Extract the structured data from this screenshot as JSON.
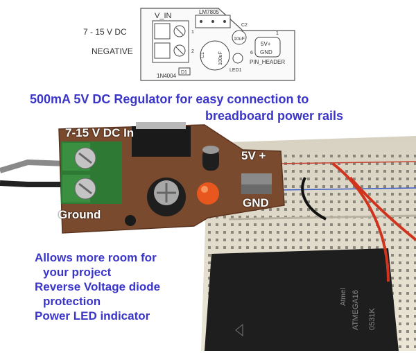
{
  "schematic": {
    "v_in_label": "V_IN",
    "regulator_label": "LM7805",
    "input_label": "7 - 15 V DC",
    "negative_label": "NEGATIVE",
    "diode_label": "1N4004",
    "d1_label": "D1",
    "c1_label": "C1",
    "c1_value": "100uF",
    "c2_label": "C2",
    "c2_value": "10uF",
    "led_label": "LED1",
    "header_label": "PIN_HEADER",
    "header_5v": "5V+",
    "header_gnd": "GND",
    "pin1": "1",
    "pin2": "2",
    "pin_top": "1",
    "pin_bottom": "6"
  },
  "title_line1": "500mA 5V DC Regulator for easy connection to",
  "title_line2": "breadboard power rails",
  "photo": {
    "input_label": "7-15 V DC In",
    "five_v_label": "5V +",
    "gnd_label": "GND",
    "ground_label": "Ground",
    "chip_brand": "Atmel",
    "chip_part": "ATMEGA16",
    "chip_code": "0531K"
  },
  "features": [
    "Allows more room for",
    "your project",
    "Reverse Voltage diode",
    "protection",
    "Power LED indicator"
  ],
  "colors": {
    "caption_blue": "#3a35c8",
    "pcb_brown": "#7a4a2e",
    "terminal_green": "#2e7a35",
    "breadboard": "#e8e2d2"
  }
}
